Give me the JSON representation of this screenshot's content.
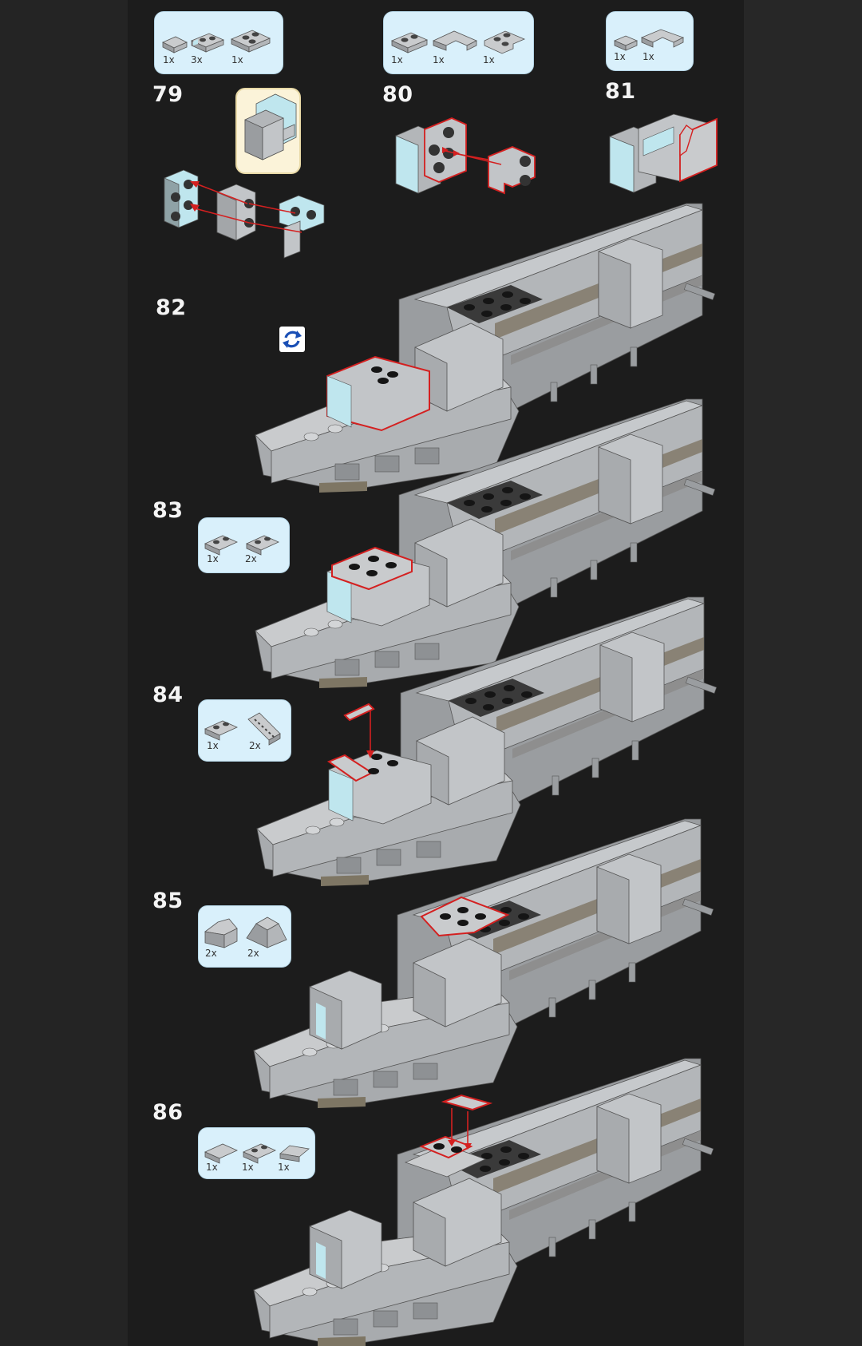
{
  "steps": [
    {
      "number": "79",
      "parts": [
        "1x",
        "3x",
        "1x"
      ]
    },
    {
      "number": "80",
      "parts": [
        "1x",
        "1x",
        "1x"
      ]
    },
    {
      "number": "81",
      "parts": [
        "1x",
        "1x"
      ]
    },
    {
      "number": "82",
      "parts": []
    },
    {
      "number": "83",
      "parts": [
        "1x",
        "2x"
      ]
    },
    {
      "number": "84",
      "parts": [
        "1x",
        "2x"
      ]
    },
    {
      "number": "85",
      "parts": [
        "2x",
        "2x"
      ]
    },
    {
      "number": "86",
      "parts": [
        "1x",
        "1x",
        "1x"
      ]
    }
  ],
  "icons": {
    "rotate": "rotate-model-icon"
  },
  "colors": {
    "background": "#1c1c1c",
    "parts_box": "#d9f0fb",
    "callout_box": "#fbf3d9",
    "brick_grey": "#a9acaf",
    "highlight": "#d42020",
    "glass": "#bfe6ee",
    "rotate_icon": "#1a4fb5"
  }
}
